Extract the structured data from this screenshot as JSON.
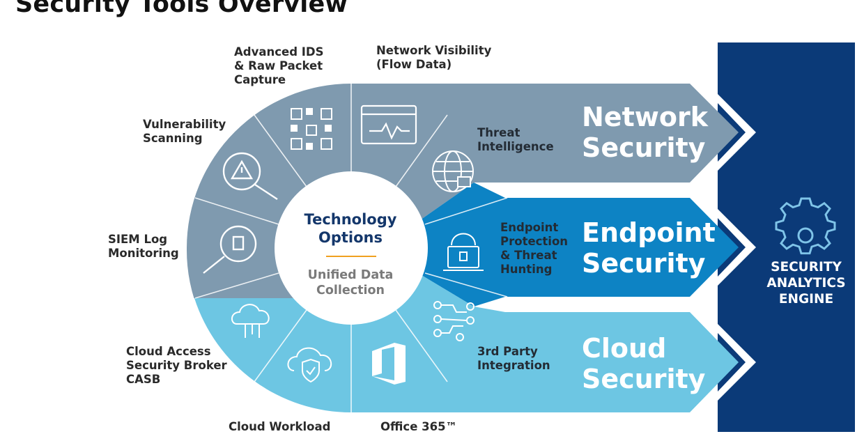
{
  "title": "Security Tools Overview",
  "center": {
    "title": "Technology\nOptions",
    "subtitle": "Unified Data\nCollection"
  },
  "bands": [
    {
      "label": "Network\nSecurity",
      "color": "#7f9aaf"
    },
    {
      "label": "Endpoint\nSecurity",
      "color": "#0d83c4"
    },
    {
      "label": "Cloud\nSecurity",
      "color": "#6dc6e3"
    }
  ],
  "engine": {
    "label": "SECURITY\nANALYTICS\nENGINE",
    "color": "#0b3a78",
    "icon": "gear-icon"
  },
  "tools": {
    "advanced_ids": "Advanced IDS\n& Raw Packet\nCapture",
    "network_visibility": "Network Visibility\n(Flow Data)",
    "vulnerability_scanning": "Vulnerability\nScanning",
    "threat_intelligence": "Threat\nIntelligence",
    "siem": "SIEM Log\nMonitoring",
    "endpoint_protection": "Endpoint\nProtection\n& Threat\nHunting",
    "casb": "Cloud Access\nSecurity Broker\nCASB",
    "third_party": "3rd Party\nIntegration",
    "cloud_workload": "Cloud Workload",
    "office365": "Office 365™"
  },
  "icons": [
    "qr-code-icon",
    "monitor-pulse-icon",
    "warning-magnifier-icon",
    "globe-lock-icon",
    "document-magnifier-icon",
    "hacker-laptop-icon",
    "cloud-network-icon",
    "cloud-shield-icon",
    "office-icon",
    "circuit-icon"
  ]
}
